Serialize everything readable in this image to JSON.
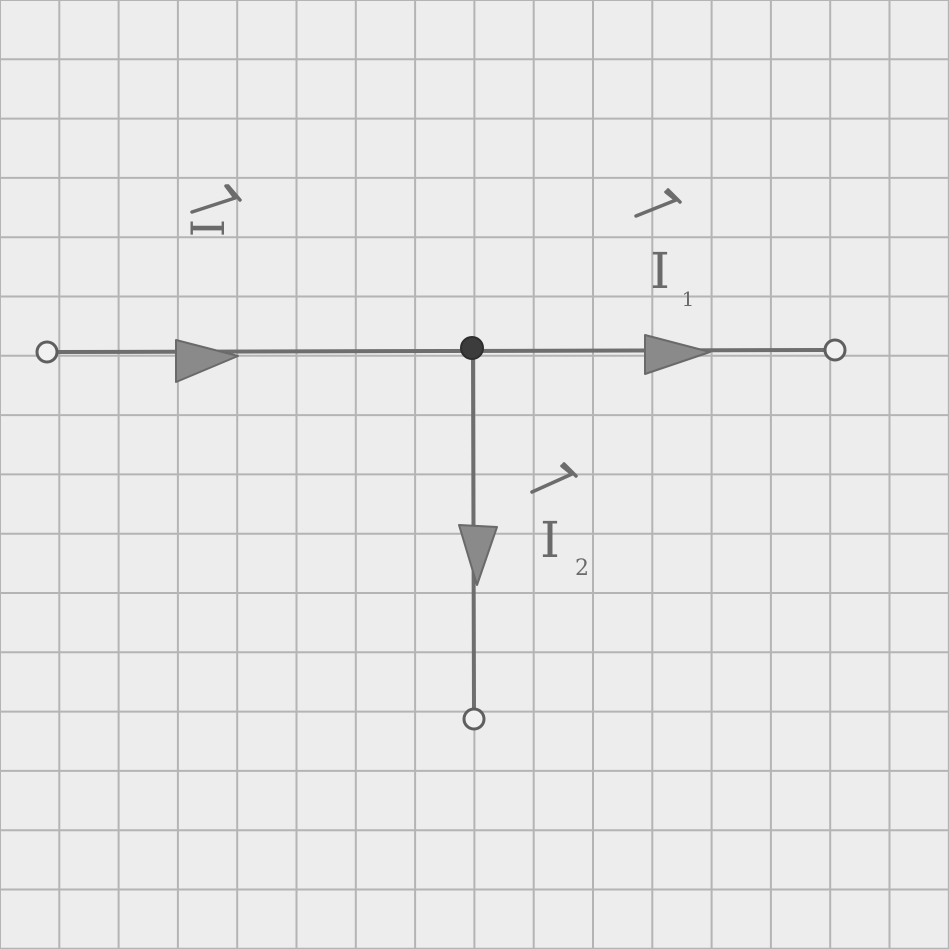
{
  "diagram": {
    "type": "current-divider-node",
    "labels": {
      "input_current": "I",
      "branch1_current": "I",
      "branch1_subscript": "1",
      "branch2_current": "I",
      "branch2_subscript": "2"
    },
    "colors": {
      "paper": "#ededed",
      "grid": "#b4b4b4",
      "pencil": "#6e6e6e",
      "junction": "#3c3c3c"
    }
  }
}
